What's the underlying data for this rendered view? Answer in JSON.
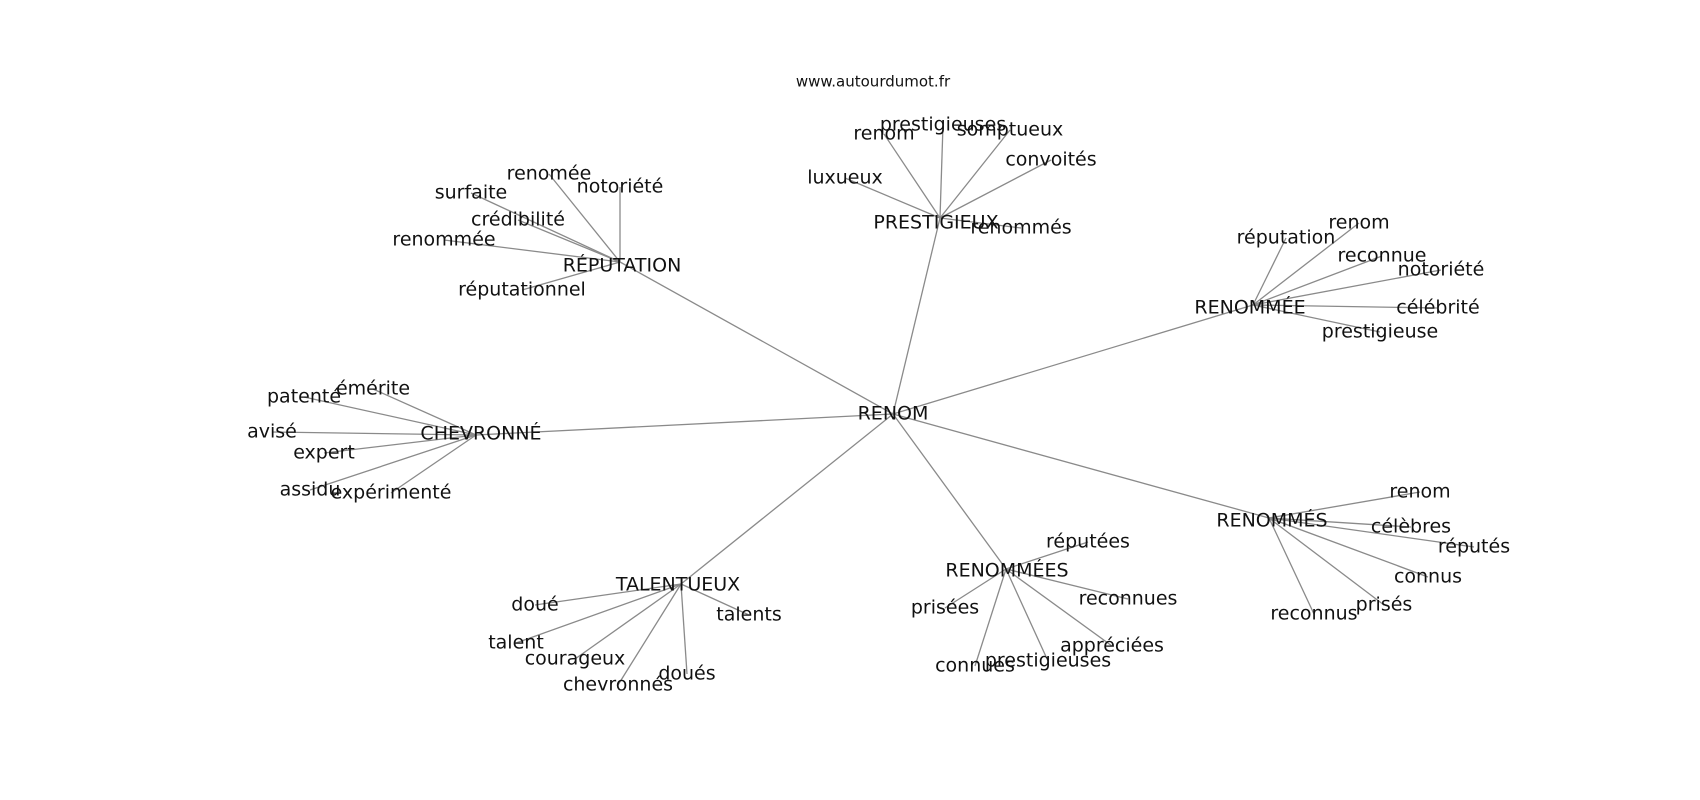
{
  "source": "www.autourdumot.fr",
  "center": "RENOM",
  "clusters": [
    {
      "label": "PRESTIGIEUX",
      "words": [
        "prestigieuses",
        "renom",
        "somptueux",
        "luxueux",
        "convoités",
        "renommés"
      ]
    },
    {
      "label": "RÉPUTATION",
      "words": [
        "renomée",
        "notoriété",
        "surfaite",
        "crédibilité",
        "renommée",
        "réputationnel"
      ]
    },
    {
      "label": "RENOMMÉE",
      "words": [
        "réputation",
        "renom",
        "reconnue",
        "notoriété",
        "célébrité",
        "prestigieuse"
      ]
    },
    {
      "label": "CHEVRONNÉ",
      "words": [
        "patenté",
        "émérite",
        "avisé",
        "expert",
        "assidu",
        "expérimenté"
      ]
    },
    {
      "label": "RENOMMÉS",
      "words": [
        "renom",
        "célèbres",
        "réputés",
        "connus",
        "prisés",
        "reconnus"
      ]
    },
    {
      "label": "RENOMMÉES",
      "words": [
        "réputées",
        "prisées",
        "reconnues",
        "appréciées",
        "prestigieuses",
        "connues"
      ]
    },
    {
      "label": "TALENTUEUX",
      "words": [
        "doué",
        "talents",
        "talent",
        "courageux",
        "doués",
        "chevronnés"
      ]
    }
  ],
  "colors": {
    "edge": "#8a8a8a",
    "text": "#111111",
    "background": "#ffffff"
  }
}
